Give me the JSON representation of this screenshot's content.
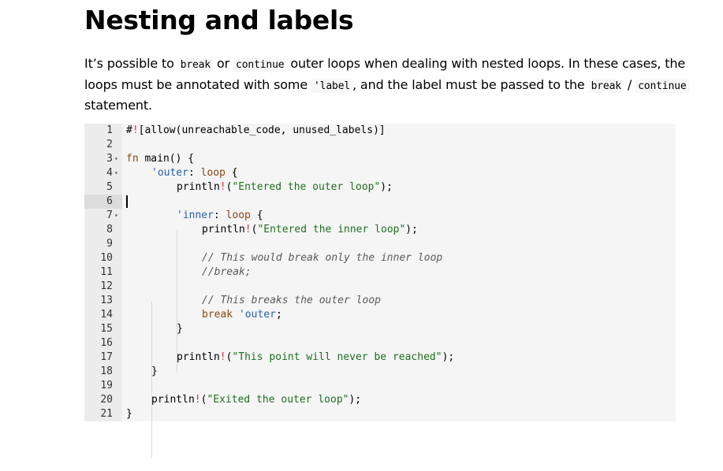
{
  "title": "Nesting and labels",
  "paragraph": {
    "t1": "It’s possible to ",
    "c1": "break",
    "t2": " or ",
    "c2": "continue",
    "t3": " outer loops when dealing with nested loops. In these cases, the loops must be annotated with some ",
    "c3": "'label",
    "t4": ", and the label must be passed to the ",
    "c4": "break",
    "t5": " / ",
    "c5": "continue",
    "t6": " statement."
  },
  "editor": {
    "lines": [
      {
        "n": "1"
      },
      {
        "n": "2"
      },
      {
        "n": "3",
        "fold": true
      },
      {
        "n": "4",
        "fold": true
      },
      {
        "n": "5"
      },
      {
        "n": "6"
      },
      {
        "n": "7",
        "fold": true
      },
      {
        "n": "8"
      },
      {
        "n": "9"
      },
      {
        "n": "10"
      },
      {
        "n": "11"
      },
      {
        "n": "12"
      },
      {
        "n": "13"
      },
      {
        "n": "14"
      },
      {
        "n": "15"
      },
      {
        "n": "16"
      },
      {
        "n": "17"
      },
      {
        "n": "18"
      },
      {
        "n": "19"
      },
      {
        "n": "20"
      },
      {
        "n": "21"
      }
    ],
    "tokens": {
      "l1_a": "#",
      "l1_b": "!",
      "l1_c": "[allow(unreachable_code, unused_labels)]",
      "l3_a": "fn",
      "l3_b": " main() {",
      "l4_a": "'outer",
      "l4_b": ": ",
      "l4_c": "loop",
      "l4_d": " {",
      "l5_a": "println",
      "l5_b": "!",
      "l5_c": "(",
      "l5_d": "\"Entered the outer loop\"",
      "l5_e": ");",
      "l7_a": "'inner",
      "l7_b": ": ",
      "l7_c": "loop",
      "l7_d": " {",
      "l8_a": "println",
      "l8_b": "!",
      "l8_c": "(",
      "l8_d": "\"Entered the inner loop\"",
      "l8_e": ");",
      "l10": "// This would break only the inner loop",
      "l11": "//break;",
      "l13": "// This breaks the outer loop",
      "l14_a": "break",
      "l14_b": " ",
      "l14_c": "'outer",
      "l14_d": ";",
      "l15": "}",
      "l17_a": "println",
      "l17_b": "!",
      "l17_c": "(",
      "l17_d": "\"This point will never be reached\"",
      "l17_e": ");",
      "l18": "}",
      "l20_a": "println",
      "l20_b": "!",
      "l20_c": "(",
      "l20_d": "\"Exited the outer loop\"",
      "l20_e": ");",
      "l21": "}"
    }
  },
  "colors": {
    "keyword": "#8b4513",
    "macro_bang": "#d23a3a",
    "string": "#1f6f1f",
    "label": "#2a5fb0",
    "comment": "#5a5a5a",
    "editor_bg": "#f5f5f5",
    "gutter_bg": "#ececec"
  }
}
